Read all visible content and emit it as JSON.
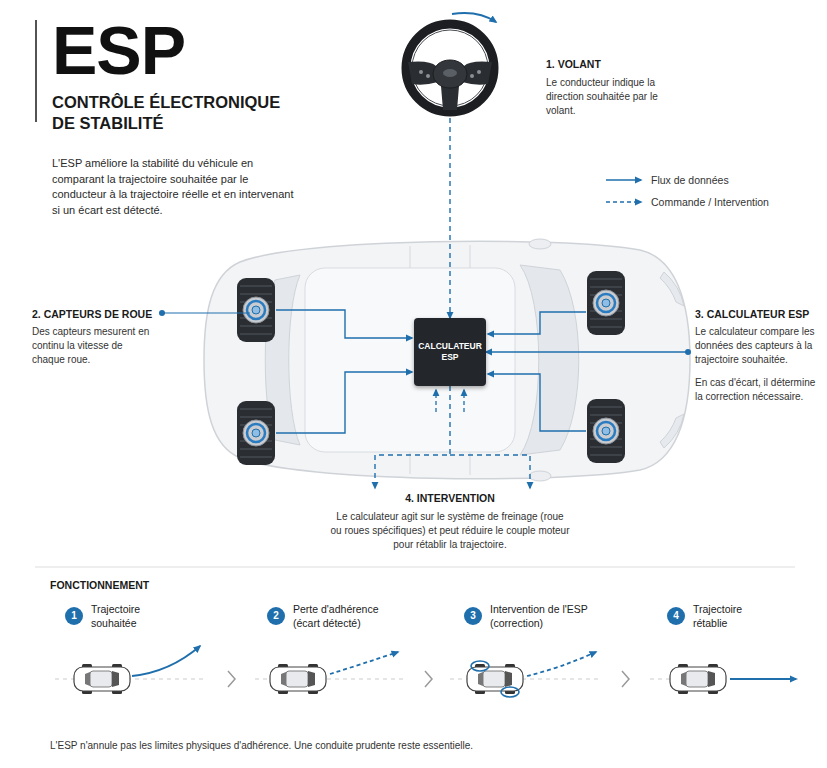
{
  "diagram": {
    "title": "ESP",
    "caption": "L'ESP n'annule pas les limites physiques d'adhérence. Une conduite prudente reste essentielle.",
    "nodes": [
      {
        "text": [
          "1. VOLANT",
          "Le conducteur indique la direction souhaitée par le volant."
        ]
      },
      {
        "text": [
          "2. CAPTEURS DE ROUE",
          "Des capteurs mesurent en continu la vitesse de chaque roue."
        ]
      },
      {
        "text": [
          "CALCULATEUR ESP"
        ]
      },
      {
        "text": [
          "3. CALCULATEUR ESP",
          "Le calculateur compare les données des capteurs à la trajectoire souhaitée.",
          "En cas d'écart, il détermine la correction nécessaire."
        ]
      },
      {
        "text": [
          "4. INTERVENTION",
          "Le calculateur agit sur le système de freinage (roue ou roues spécifiques) et peut réduire le couple moteur pour rétablir la trajectoire."
        ]
      },
      {
        "text": [
          "1",
          "Trajectoire souhaitée"
        ]
      },
      {
        "text": [
          "2",
          "Perte d'adhérence (écart détecté)"
        ]
      },
      {
        "text": [
          "3",
          "Intervention de l'ESP (correction)"
        ]
      },
      {
        "text": [
          "4",
          "Trajectoire rétablie"
        ]
      }
    ],
    "edges": [
      {
        "from": 0,
        "to": 2,
        "arrow": "to"
      },
      {
        "from": 3,
        "to": 2,
        "arrow": "to"
      },
      {
        "from": 2,
        "to": 4,
        "arrow": "to"
      }
    ],
    "labels": [
      "CONTRÔLE ÉLECTRONIQUE DE STABILITÉ",
      "L'ESP améliore la stabilité du véhicule en comparant la trajectoire souhaitée par le conducteur à la trajectoire réelle et en intervenant si un écart est détecté.",
      "FONCTIONNEMENT"
    ],
    "legend": [
      {
        "text": "Flux de données"
      },
      {
        "text": "Commande / Intervention"
      }
    ]
  }
}
